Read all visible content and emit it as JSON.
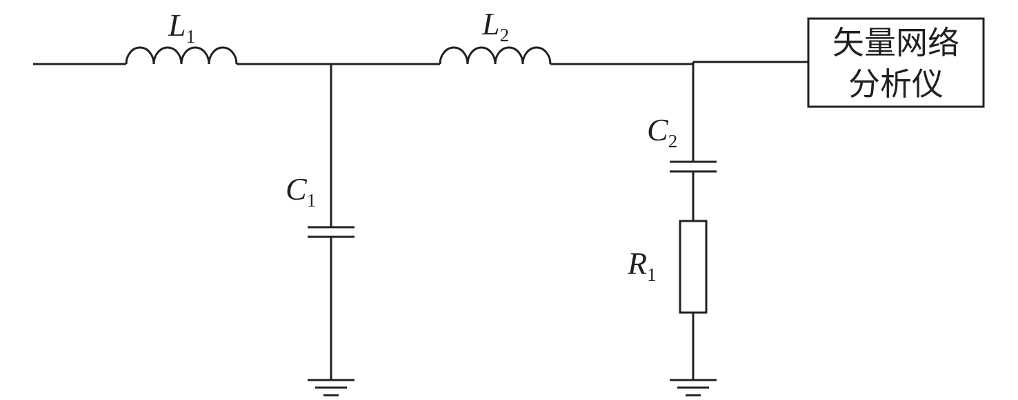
{
  "components": {
    "L1": {
      "letter": "L",
      "index": "1"
    },
    "L2": {
      "letter": "L",
      "index": "2"
    },
    "C1": {
      "letter": "C",
      "index": "1"
    },
    "C2": {
      "letter": "C",
      "index": "2"
    },
    "R1": {
      "letter": "R",
      "index": "1"
    }
  },
  "instrument": {
    "line1": "矢量网络",
    "line2": "分析仪"
  },
  "colors": {
    "ink": "#231f20",
    "background": "#ffffff"
  }
}
